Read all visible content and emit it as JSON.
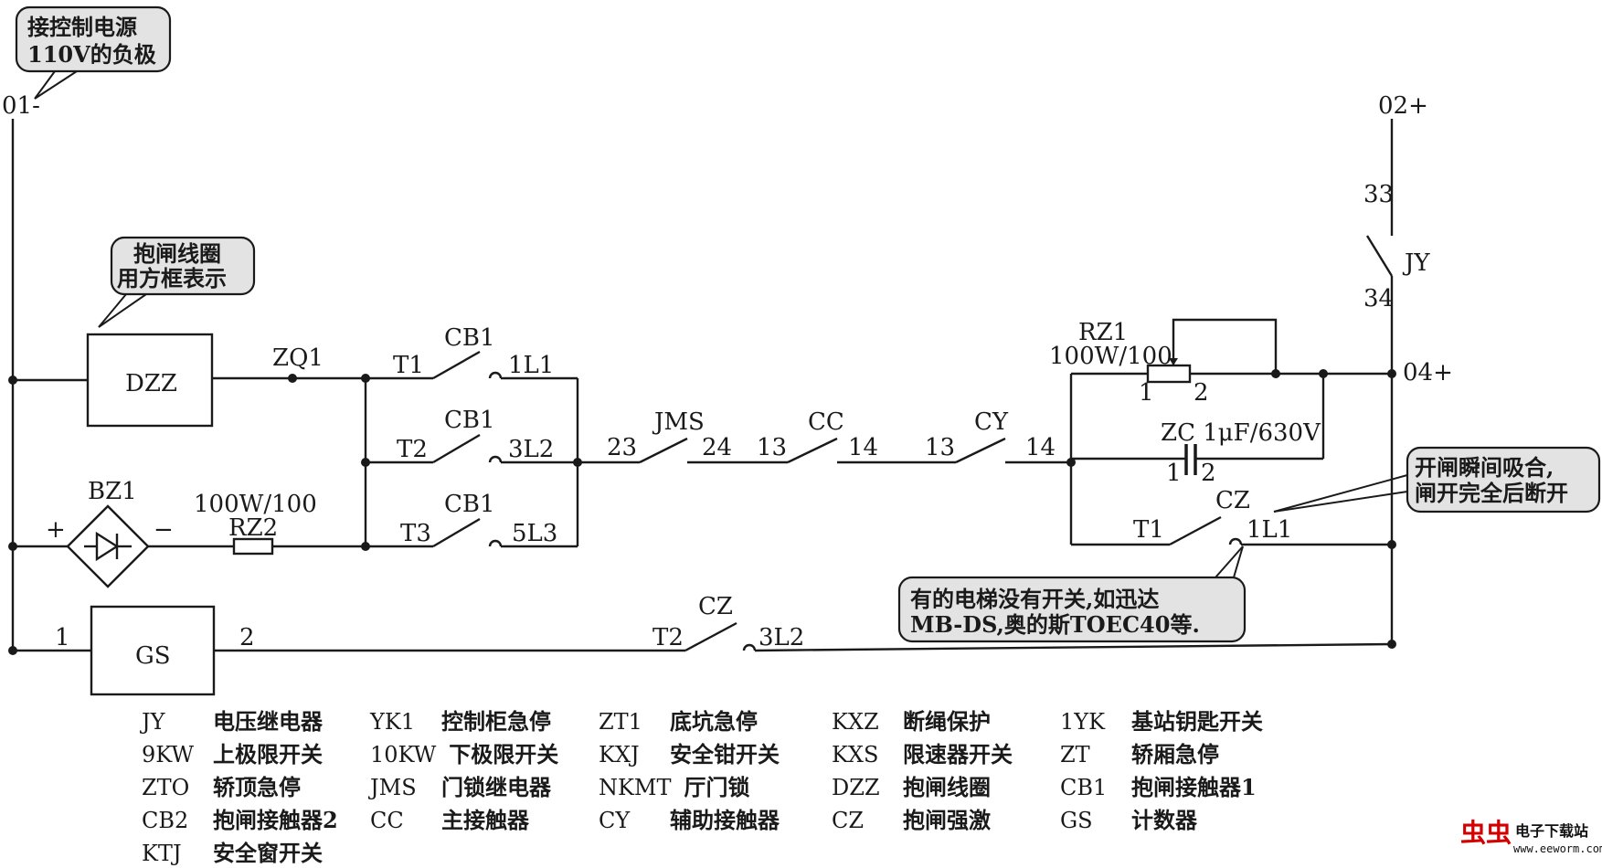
{
  "callouts": {
    "neg_line1": "接控制电源",
    "neg_line2": "110V的负极",
    "coil_line1": "抱闸线圈",
    "coil_line2": "用方框表示",
    "cz_line1": "开闸瞬间吸合,",
    "cz_line2": "闸开完全后断开",
    "note_line1": "有的电梯没有开关,如迅达",
    "note_line2": "MB-DS,奥的斯TOEC40等."
  },
  "terminals": {
    "neg": "01-",
    "pos": "02+",
    "pos4": "04+",
    "t33": "33",
    "t34": "34",
    "jy": "JY"
  },
  "components": {
    "dzz": "DZZ",
    "gs": "GS",
    "zq1": "ZQ1",
    "bz1": "BZ1",
    "plus": "+",
    "minus": "−",
    "rz2": "RZ2",
    "rz2_rating": "100W/100",
    "rz1": "RZ1",
    "rz1_rating": "100W/100",
    "rz1_p1": "1",
    "rz1_p2": "2",
    "zc": "ZC 1μF/630V",
    "zc_p1": "1",
    "zc_p2": "2",
    "gs_p1": "1",
    "gs_p2": "2"
  },
  "contacts": {
    "cb1": "CB1",
    "t1": "T1",
    "t2": "T2",
    "t3": "T3",
    "l1": "1L1",
    "l2": "3L2",
    "l3": "5L3",
    "jms": "JMS",
    "n23": "23",
    "n24": "24",
    "cc": "CC",
    "cy": "CY",
    "n13": "13",
    "n14": "14",
    "cz": "CZ"
  },
  "legend": [
    {
      "code": "JY",
      "desc": "电压继电器"
    },
    {
      "code": "9KW",
      "desc": "上极限开关"
    },
    {
      "code": "ZTO",
      "desc": "轿顶急停"
    },
    {
      "code": "CB2",
      "desc": "抱闸接触器2"
    },
    {
      "code": "KTJ",
      "desc": "安全窗开关"
    },
    {
      "code": "YK1",
      "desc": "控制柜急停"
    },
    {
      "code": "10KW",
      "desc": "下极限开关"
    },
    {
      "code": "JMS",
      "desc": "门锁继电器"
    },
    {
      "code": "CC",
      "desc": "主接触器"
    },
    {
      "code": "ZT1",
      "desc": "底坑急停"
    },
    {
      "code": "KXJ",
      "desc": "安全钳开关"
    },
    {
      "code": "NKMT",
      "desc": "厅门锁"
    },
    {
      "code": "CY",
      "desc": "辅助接触器"
    },
    {
      "code": "KXZ",
      "desc": "断绳保护"
    },
    {
      "code": "KXS",
      "desc": "限速器开关"
    },
    {
      "code": "DZZ",
      "desc": "抱闸线圈"
    },
    {
      "code": "CZ",
      "desc": "抱闸强激"
    },
    {
      "code": "1YK",
      "desc": "基站钥匙开关"
    },
    {
      "code": "ZT",
      "desc": "轿厢急停"
    },
    {
      "code": "CB1",
      "desc": "抱闸接触器1"
    },
    {
      "code": "GS",
      "desc": "计数器"
    }
  ],
  "watermark": {
    "logo": "虫虫",
    "name": "电子下载站",
    "url": "www.eeworm.com"
  }
}
